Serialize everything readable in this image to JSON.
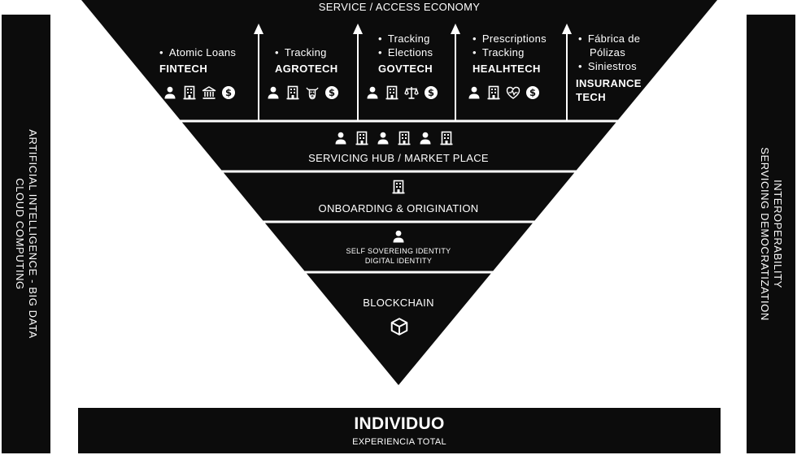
{
  "top_label": "SERVICE / ACCESS ECONOMY",
  "left_side": {
    "line1": "ARTIFICIAL INTELLIGENCE - BIG DATA",
    "line2": "CLOUD COMPUTING"
  },
  "right_side": {
    "line1": "INTEROPERABILITY",
    "line2": "SERVICING DEMOCRATIZATION"
  },
  "verticals": [
    {
      "title": "FINTECH",
      "bullets": [
        "Atomic Loans"
      ],
      "icons": [
        "person-icon",
        "building-icon",
        "bank-icon",
        "dollar-icon"
      ]
    },
    {
      "title": "AGROTECH",
      "bullets": [
        "Tracking"
      ],
      "icons": [
        "person-icon",
        "building-icon",
        "cow-icon",
        "dollar-icon"
      ]
    },
    {
      "title": "GOVTECH",
      "bullets": [
        "Tracking",
        "Elections"
      ],
      "icons": [
        "person-icon",
        "building-icon",
        "scale-icon",
        "dollar-icon"
      ]
    },
    {
      "title": "HEALHTECH",
      "bullets": [
        "Prescriptions",
        "Tracking"
      ],
      "icons": [
        "person-icon",
        "building-icon",
        "heart-icon",
        "dollar-icon"
      ]
    },
    {
      "title_lines": [
        "INSURANCE",
        "TECH"
      ],
      "bullets": [
        "Fábrica de",
        "Pólizas",
        "Siniestros"
      ]
    }
  ],
  "layers": {
    "servicing_hub": "SERVICING HUB / MARKET PLACE",
    "onboarding": "ONBOARDING & ORIGINATION",
    "identity_line1": "SELF SOVEREING IDENTITY",
    "identity_line2": "DIGITAL IDENTITY",
    "blockchain": "BLOCKCHAIN"
  },
  "bottom": {
    "title": "INDIVIDUO",
    "subtitle": "EXPERIENCIA TOTAL"
  },
  "colors": {
    "panel": "#0c0c0c",
    "background": "#ffffff",
    "text": "#ffffff"
  }
}
